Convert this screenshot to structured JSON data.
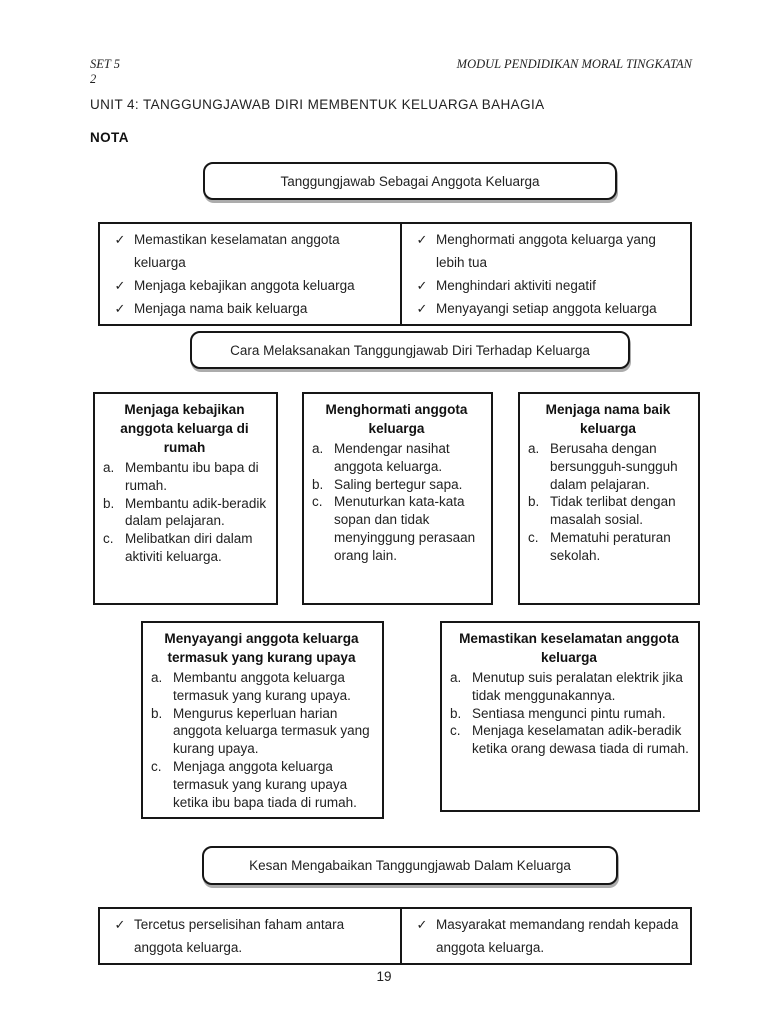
{
  "header": {
    "left_line1": "SET 5",
    "left_line2": "2",
    "right": "MODUL PENDIDIKAN MORAL TINGKATAN"
  },
  "unit_title": "UNIT 4: TANGGUNGJAWAB DIRI MEMBENTUK KELUARGA BAHAGIA",
  "section_label": "NOTA",
  "banners": {
    "responsibilities": "Tanggungjawab Sebagai Anggota Keluarga",
    "methods": "Cara Melaksanakan Tanggungjawab Diri Terhadap Keluarga",
    "effects": "Kesan Mengabaikan Tanggungjawab Dalam Keluarga"
  },
  "bullet": "✓",
  "list_markers": [
    "a.",
    "b.",
    "c."
  ],
  "responsibilities_table": {
    "left": [
      "Memastikan keselamatan anggota keluarga",
      "Menjaga kebajikan anggota keluarga",
      "Menjaga nama baik keluarga"
    ],
    "right": [
      "Menghormati anggota keluarga yang lebih tua",
      "Menghindari aktiviti negatif",
      "Menyayangi setiap anggota keluarga"
    ]
  },
  "method_boxes": [
    {
      "title": "Menjaga kebajikan anggota keluarga di rumah",
      "items": [
        "Membantu ibu bapa di rumah.",
        "Membantu adik-beradik dalam pelajaran.",
        "Melibatkan diri dalam aktiviti keluarga."
      ]
    },
    {
      "title": "Menghormati anggota keluarga",
      "items": [
        "Mendengar nasihat anggota keluarga.",
        "Saling bertegur sapa.",
        "Menuturkan kata-kata sopan dan tidak menyinggung perasaan orang lain."
      ]
    },
    {
      "title": "Menjaga nama baik keluarga",
      "items": [
        "Berusaha dengan bersungguh-sungguh dalam pelajaran.",
        "Tidak terlibat dengan masalah sosial.",
        "Mematuhi peraturan sekolah."
      ]
    },
    {
      "title": "Menyayangi anggota keluarga termasuk yang kurang upaya",
      "items": [
        "Membantu anggota keluarga termasuk yang kurang upaya.",
        "Mengurus keperluan harian anggota keluarga termasuk yang kurang upaya.",
        "Menjaga anggota keluarga termasuk yang kurang upaya ketika ibu bapa tiada di rumah."
      ]
    },
    {
      "title": "Memastikan keselamatan anggota keluarga",
      "items": [
        "Menutup suis peralatan elektrik jika tidak menggunakannya.",
        "Sentiasa mengunci pintu rumah.",
        "Menjaga keselamatan adik-beradik ketika orang dewasa tiada di rumah."
      ]
    }
  ],
  "effects_table": {
    "left": [
      "Tercetus perselisihan faham antara anggota keluarga."
    ],
    "right": [
      "Masyarakat memandang rendah kepada anggota keluarga."
    ]
  },
  "page_number": "19"
}
